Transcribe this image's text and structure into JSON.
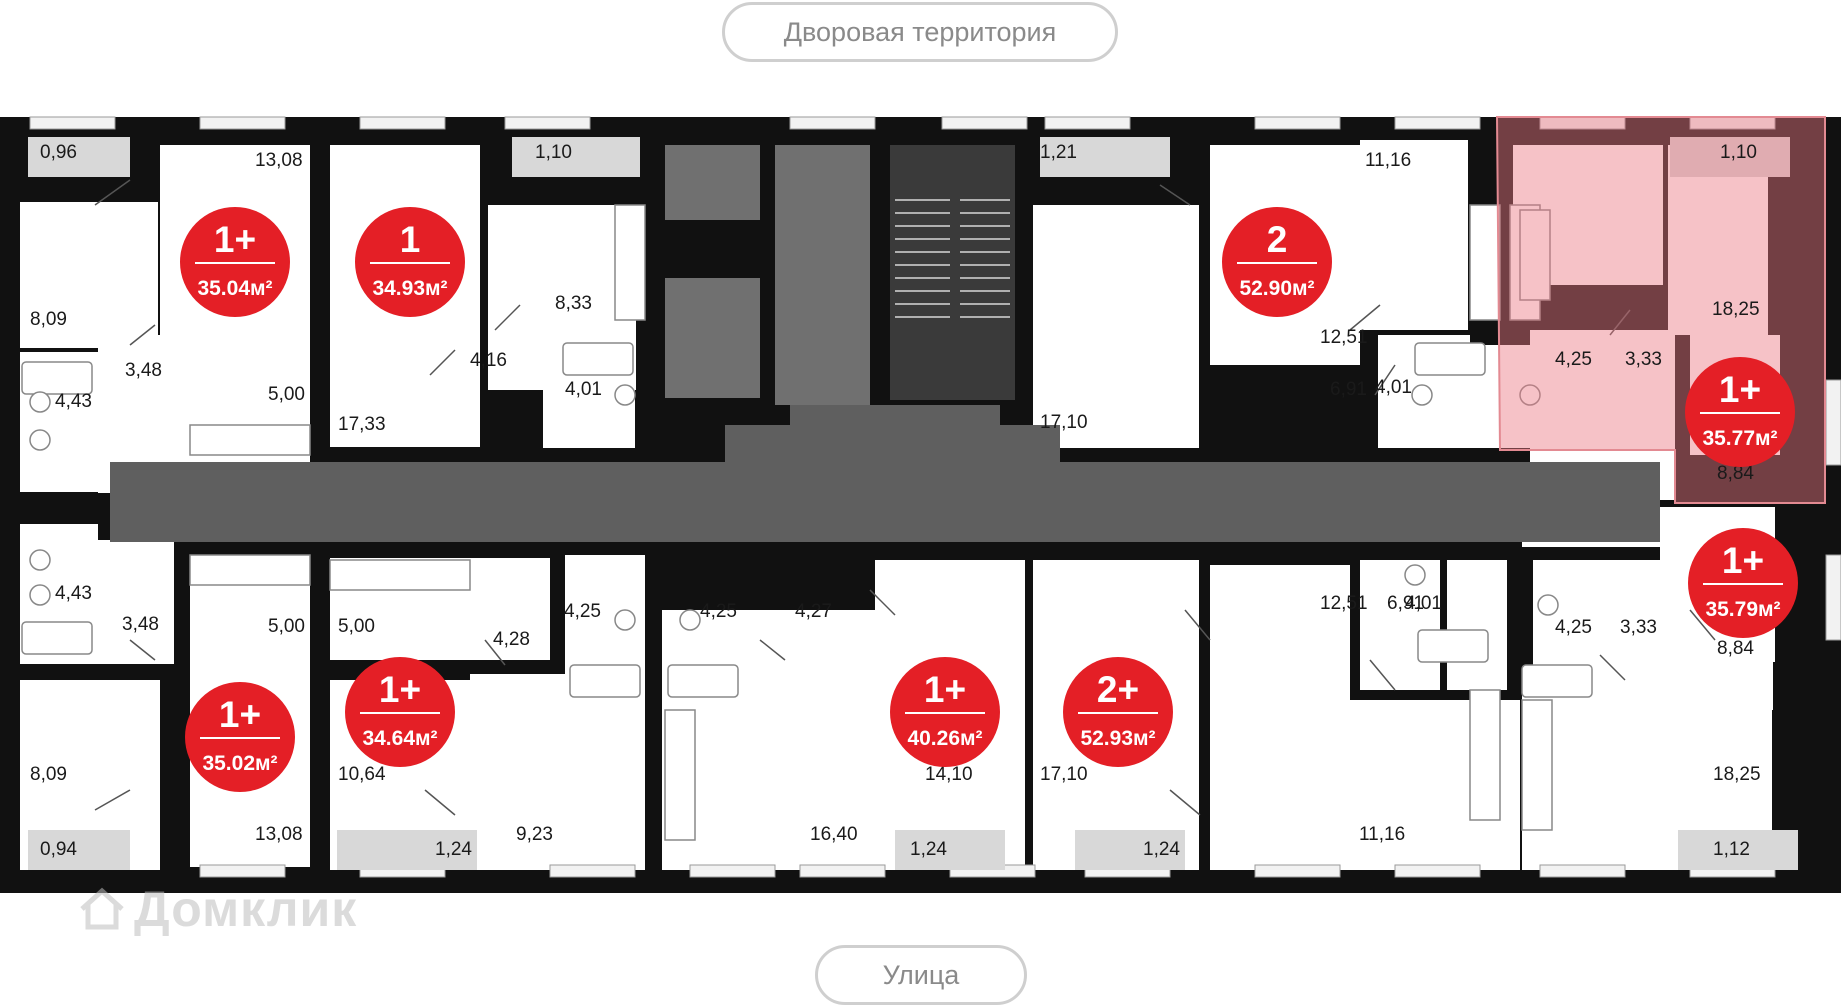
{
  "labels": {
    "courtyard": "Дворовая территория",
    "street": "Улица",
    "watermark": "Домклик"
  },
  "colors": {
    "wall": "#111111",
    "corridor": "#5f5f5f",
    "stairs": "#707070",
    "balcony": "#d8d8d8",
    "badge": "#e41f26",
    "highlight": "rgba(236,120,130,0.45)",
    "highlight_border": "#e38a92"
  },
  "apartments": [
    {
      "id": "a1",
      "type": "1+",
      "area": "35.04м²"
    },
    {
      "id": "a2",
      "type": "1",
      "area": "34.93м²"
    },
    {
      "id": "a3",
      "type": "2",
      "area": "52.90м²"
    },
    {
      "id": "a4",
      "type": "1+",
      "area": "35.77м²",
      "highlighted": true
    },
    {
      "id": "a5",
      "type": "1+",
      "area": "35.79м²"
    },
    {
      "id": "a6",
      "type": "1+",
      "area": "35.02м²"
    },
    {
      "id": "a7",
      "type": "1+",
      "area": "34.64м²"
    },
    {
      "id": "a8",
      "type": "1+",
      "area": "40.26м²"
    },
    {
      "id": "a9",
      "type": "2+",
      "area": "52.93м²"
    }
  ],
  "room_areas": [
    "0,96",
    "13,08",
    "8,09",
    "3,48",
    "5,00",
    "4,43",
    "1,10",
    "17,33",
    "8,33",
    "4,16",
    "4,01",
    "1,21",
    "17,10",
    "11,16",
    "12,51",
    "6,91",
    "4,01",
    "1,10",
    "18,25",
    "4,25",
    "3,33",
    "8,84",
    "4,43",
    "3,48",
    "5,00",
    "8,09",
    "0,94",
    "13,08",
    "5,00",
    "4,28",
    "10,64",
    "1,24",
    "9,23",
    "4,25",
    "4,25",
    "4,27",
    "16,40",
    "14,10",
    "1,24",
    "17,10",
    "1,24",
    "12,51",
    "6,91",
    "4,01",
    "11,16",
    "4,25",
    "3,33",
    "8,84",
    "18,25",
    "1,12"
  ]
}
